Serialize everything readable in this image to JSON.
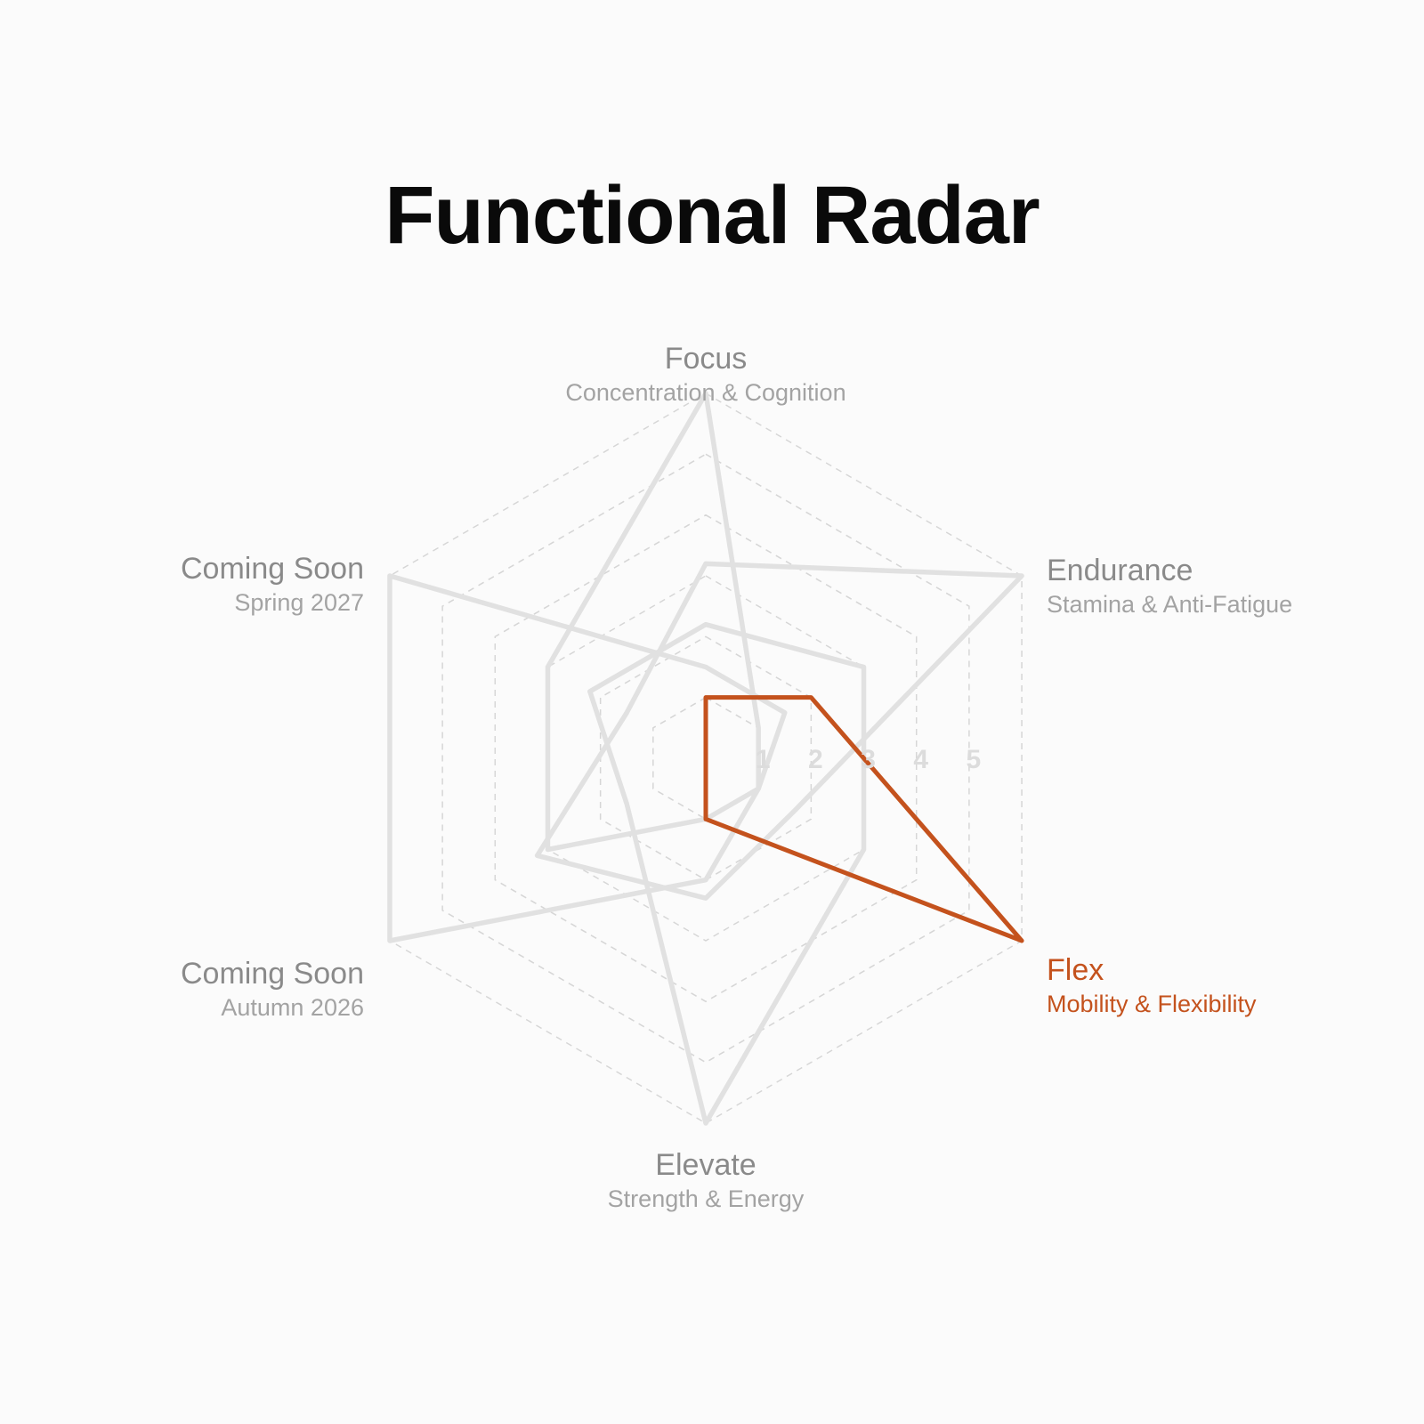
{
  "title": "Functional Radar",
  "colors": {
    "background": "#fbfbfb",
    "title": "#0a0a0a",
    "highlight": "#c4521d",
    "inactive_series": "#e1e1e1",
    "grid": "#d6d6d6",
    "label_name": "#8a8a8a",
    "label_sub": "#a3a3a3",
    "ring_number": "#dcdcdc"
  },
  "chart_data": {
    "type": "radar",
    "title": "Functional Radar",
    "scale": {
      "min": 0,
      "max": 6,
      "ticks": [
        1,
        2,
        3,
        4,
        5
      ]
    },
    "grid": true,
    "axes": [
      {
        "name": "Focus",
        "subtitle": "Concentration & Cognition",
        "highlight": false
      },
      {
        "name": "Endurance",
        "subtitle": "Stamina & Anti-Fatigue",
        "highlight": false
      },
      {
        "name": "Flex",
        "subtitle": "Mobility & Flexibility",
        "highlight": true
      },
      {
        "name": "Elevate",
        "subtitle": "Strength & Energy",
        "highlight": false
      },
      {
        "name": "Coming Soon",
        "subtitle": "Autumn 2026",
        "highlight": false
      },
      {
        "name": "Coming Soon",
        "subtitle": "Spring 2027",
        "highlight": false
      }
    ],
    "series": [
      {
        "values": [
          6,
          1,
          1,
          1,
          3,
          3
        ],
        "highlight": false
      },
      {
        "values": [
          3.2,
          6,
          1.7,
          2.3,
          3.2,
          1.5
        ],
        "highlight": false
      },
      {
        "values": [
          2.2,
          3,
          3,
          6,
          1.5,
          2.2
        ],
        "highlight": false
      },
      {
        "values": [
          1.5,
          1.5,
          1,
          2,
          6,
          6
        ],
        "highlight": false
      },
      {
        "values": [
          1,
          2,
          6,
          1,
          0,
          0
        ],
        "highlight": true
      }
    ]
  }
}
